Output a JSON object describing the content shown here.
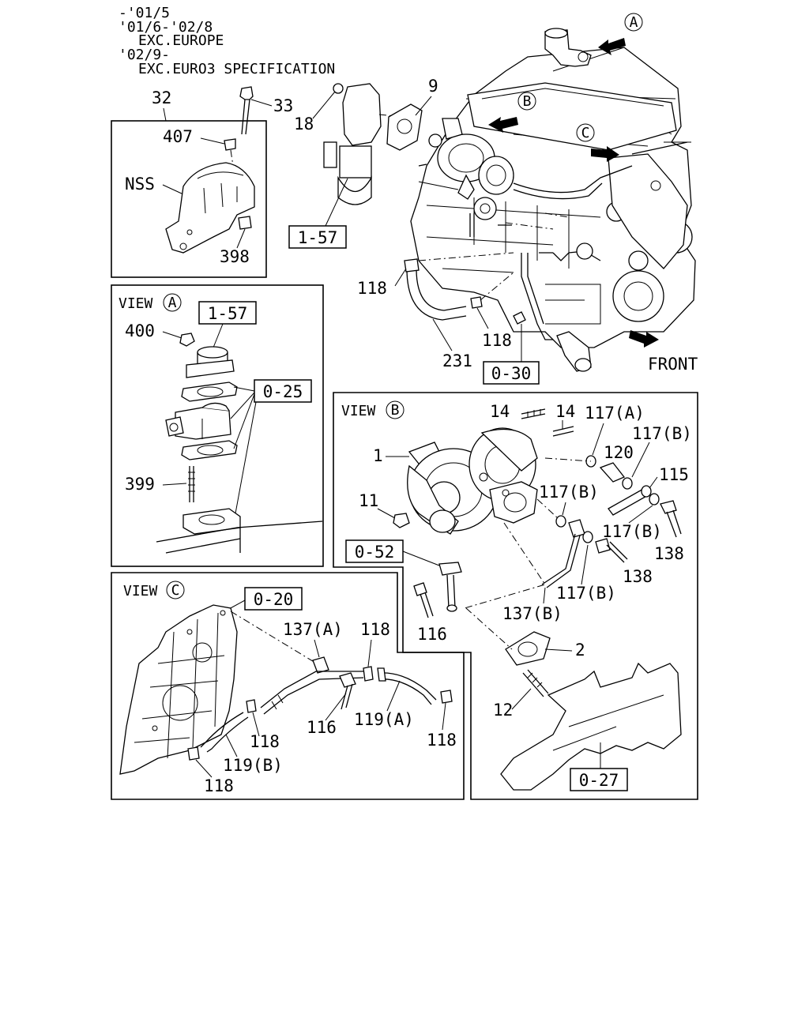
{
  "header": {
    "line1": "-'01/5",
    "line2": "'01/6-'02/8",
    "line3": "EXC.EUROPE",
    "line4": "'02/9-",
    "line5": "EXC.EURO3 SPECIFICATION"
  },
  "main": {
    "ref_1_57": "1-57",
    "ref_0_30": "0-30",
    "n9": "9",
    "n18": "18",
    "n118a": "118",
    "n118b": "118",
    "n231": "231",
    "front": "FRONT",
    "A": "A",
    "B": "B",
    "C": "C"
  },
  "inset32": {
    "n32": "32",
    "n33": "33",
    "n407": "407",
    "nss": "NSS",
    "n398": "398"
  },
  "viewA": {
    "title": "VIEW",
    "letter": "A",
    "ref_1_57": "1-57",
    "ref_0_25": "0-25",
    "n400": "400",
    "n399": "399"
  },
  "viewB": {
    "title": "VIEW",
    "letter": "B",
    "n14a": "14",
    "n14b": "14",
    "n117A": "117(A)",
    "n117B_1": "117(B)",
    "n120": "120",
    "n115": "115",
    "n117B_2": "117(B)",
    "n117B_3": "117(B)",
    "n117B_4": "117(B)",
    "n1": "1",
    "n11": "11",
    "ref_0_52": "0-52",
    "n138a": "138",
    "n138b": "138",
    "n137B": "137(B)",
    "n116": "116",
    "n2": "2",
    "n12": "12",
    "ref_0_27": "0-27"
  },
  "viewC": {
    "title": "VIEW",
    "letter": "C",
    "ref_0_20": "0-20",
    "n137A": "137(A)",
    "n118a": "118",
    "n116": "116",
    "n119A": "119(A)",
    "n118b": "118",
    "n118c": "118",
    "n119B": "119(B)",
    "n118d": "118"
  }
}
